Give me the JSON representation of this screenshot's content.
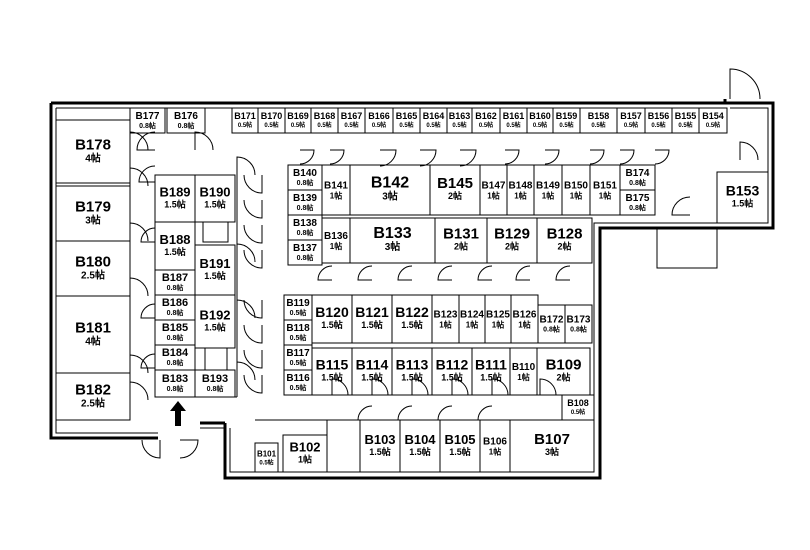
{
  "floor": {
    "rooms": [
      {
        "id": "B101",
        "size": "0.5帖"
      },
      {
        "id": "B102",
        "size": "1帖"
      },
      {
        "id": "B103",
        "size": "1.5帖"
      },
      {
        "id": "B104",
        "size": "1.5帖"
      },
      {
        "id": "B105",
        "size": "1.5帖"
      },
      {
        "id": "B106",
        "size": "1帖"
      },
      {
        "id": "B107",
        "size": "3帖"
      },
      {
        "id": "B108",
        "size": "0.5帖"
      },
      {
        "id": "B109",
        "size": "2帖"
      },
      {
        "id": "B110",
        "size": "1帖"
      },
      {
        "id": "B111",
        "size": "1.5帖"
      },
      {
        "id": "B112",
        "size": "1.5帖"
      },
      {
        "id": "B113",
        "size": "1.5帖"
      },
      {
        "id": "B114",
        "size": "1.5帖"
      },
      {
        "id": "B115",
        "size": "1.5帖"
      },
      {
        "id": "B116",
        "size": "0.5帖"
      },
      {
        "id": "B117",
        "size": "0.5帖"
      },
      {
        "id": "B118",
        "size": "0.5帖"
      },
      {
        "id": "B119",
        "size": "0.5帖"
      },
      {
        "id": "B120",
        "size": "1.5帖"
      },
      {
        "id": "B121",
        "size": "1.5帖"
      },
      {
        "id": "B122",
        "size": "1.5帖"
      },
      {
        "id": "B123",
        "size": "1帖"
      },
      {
        "id": "B124",
        "size": "1帖"
      },
      {
        "id": "B125",
        "size": "1帖"
      },
      {
        "id": "B126",
        "size": "1帖"
      },
      {
        "id": "B172",
        "size": "0.8帖"
      },
      {
        "id": "B173",
        "size": "0.8帖"
      },
      {
        "id": "B128",
        "size": "2帖"
      },
      {
        "id": "B129",
        "size": "2帖"
      },
      {
        "id": "B131",
        "size": "2帖"
      },
      {
        "id": "B133",
        "size": "3帖"
      },
      {
        "id": "B136",
        "size": "1帖"
      },
      {
        "id": "B137",
        "size": "0.8帖"
      },
      {
        "id": "B138",
        "size": "0.8帖"
      },
      {
        "id": "B139",
        "size": "0.8帖"
      },
      {
        "id": "B140",
        "size": "0.8帖"
      },
      {
        "id": "B141",
        "size": "1帖"
      },
      {
        "id": "B142",
        "size": "3帖"
      },
      {
        "id": "B145",
        "size": "2帖"
      },
      {
        "id": "B147",
        "size": "1帖"
      },
      {
        "id": "B148",
        "size": "1帖"
      },
      {
        "id": "B149",
        "size": "1帖"
      },
      {
        "id": "B150",
        "size": "1帖"
      },
      {
        "id": "B151",
        "size": "1帖"
      },
      {
        "id": "B174",
        "size": "0.8帖"
      },
      {
        "id": "B175",
        "size": "0.8帖"
      },
      {
        "id": "B153",
        "size": "1.5帖"
      },
      {
        "id": "B154",
        "size": "0.5帖"
      },
      {
        "id": "B155",
        "size": "0.5帖"
      },
      {
        "id": "B156",
        "size": "0.5帖"
      },
      {
        "id": "B157",
        "size": "0.5帖"
      },
      {
        "id": "B158",
        "size": "0.5帖"
      },
      {
        "id": "B159",
        "size": "0.5帖"
      },
      {
        "id": "B160",
        "size": "0.5帖"
      },
      {
        "id": "B161",
        "size": "0.5帖"
      },
      {
        "id": "B162",
        "size": "0.5帖"
      },
      {
        "id": "B163",
        "size": "0.5帖"
      },
      {
        "id": "B164",
        "size": "0.5帖"
      },
      {
        "id": "B165",
        "size": "0.5帖"
      },
      {
        "id": "B166",
        "size": "0.5帖"
      },
      {
        "id": "B167",
        "size": "0.5帖"
      },
      {
        "id": "B168",
        "size": "0.5帖"
      },
      {
        "id": "B169",
        "size": "0.5帖"
      },
      {
        "id": "B170",
        "size": "0.5帖"
      },
      {
        "id": "B171",
        "size": "0.5帖"
      },
      {
        "id": "B176",
        "size": "0.8帖"
      },
      {
        "id": "B177",
        "size": "0.8帖"
      },
      {
        "id": "B178",
        "size": "4帖"
      },
      {
        "id": "B179",
        "size": "3帖"
      },
      {
        "id": "B180",
        "size": "2.5帖"
      },
      {
        "id": "B181",
        "size": "4帖"
      },
      {
        "id": "B182",
        "size": "2.5帖"
      },
      {
        "id": "B183",
        "size": "0.8帖"
      },
      {
        "id": "B184",
        "size": "0.8帖"
      },
      {
        "id": "B185",
        "size": "0.8帖"
      },
      {
        "id": "B186",
        "size": "0.8帖"
      },
      {
        "id": "B187",
        "size": "0.8帖"
      },
      {
        "id": "B188",
        "size": "1.5帖"
      },
      {
        "id": "B189",
        "size": "1.5帖"
      },
      {
        "id": "B190",
        "size": "1.5帖"
      },
      {
        "id": "B191",
        "size": "1.5帖"
      },
      {
        "id": "B192",
        "size": "1.5帖"
      },
      {
        "id": "B193",
        "size": "0.8帖"
      }
    ]
  }
}
